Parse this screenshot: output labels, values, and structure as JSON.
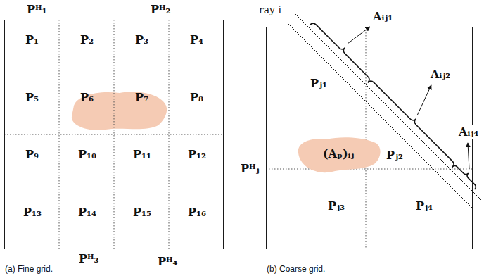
{
  "diagram": {
    "nodes": [
      {
        "text": [
          "(a) Fine grid."
        ]
      },
      {
        "text": [
          "P₁"
        ],
        "in": 0
      },
      {
        "text": [
          "P₂"
        ],
        "in": 0
      },
      {
        "text": [
          "P₃"
        ],
        "in": 0
      },
      {
        "text": [
          "P₄"
        ],
        "in": 0
      },
      {
        "text": [
          "P₅"
        ],
        "in": 0
      },
      {
        "text": [
          "P₆"
        ],
        "in": 0
      },
      {
        "text": [
          "P₇"
        ],
        "in": 0
      },
      {
        "text": [
          "P₈"
        ],
        "in": 0
      },
      {
        "text": [
          "P₉"
        ],
        "in": 0
      },
      {
        "text": [
          "P₁₀"
        ],
        "in": 0
      },
      {
        "text": [
          "P₁₁"
        ],
        "in": 0
      },
      {
        "text": [
          "P₁₂"
        ],
        "in": 0
      },
      {
        "text": [
          "P₁₃"
        ],
        "in": 0
      },
      {
        "text": [
          "P₁₄"
        ],
        "in": 0
      },
      {
        "text": [
          "P₁₅"
        ],
        "in": 0
      },
      {
        "text": [
          "P₁₆"
        ],
        "in": 0
      },
      {
        "text": [
          "(b) Coarse grid."
        ]
      },
      {
        "text": [
          "Pⱼ₁"
        ],
        "in": 17
      },
      {
        "text": [
          "Pⱼ₂"
        ],
        "in": 17
      },
      {
        "text": [
          "Pⱼ₃"
        ],
        "in": 17
      },
      {
        "text": [
          "Pⱼ₄"
        ],
        "in": 17
      },
      {
        "text": [
          "(Aₚ)ᵢⱼ"
        ],
        "in": 17
      }
    ],
    "labels": [
      "Pᴴ₁",
      "Pᴴ₂",
      "Pᴴ₃",
      "Pᴴ₄",
      "ray i",
      "Aᵢⱼ₁",
      "Aᵢⱼ₂",
      "Aᵢⱼ₄",
      "Pᴴⱼ"
    ]
  }
}
